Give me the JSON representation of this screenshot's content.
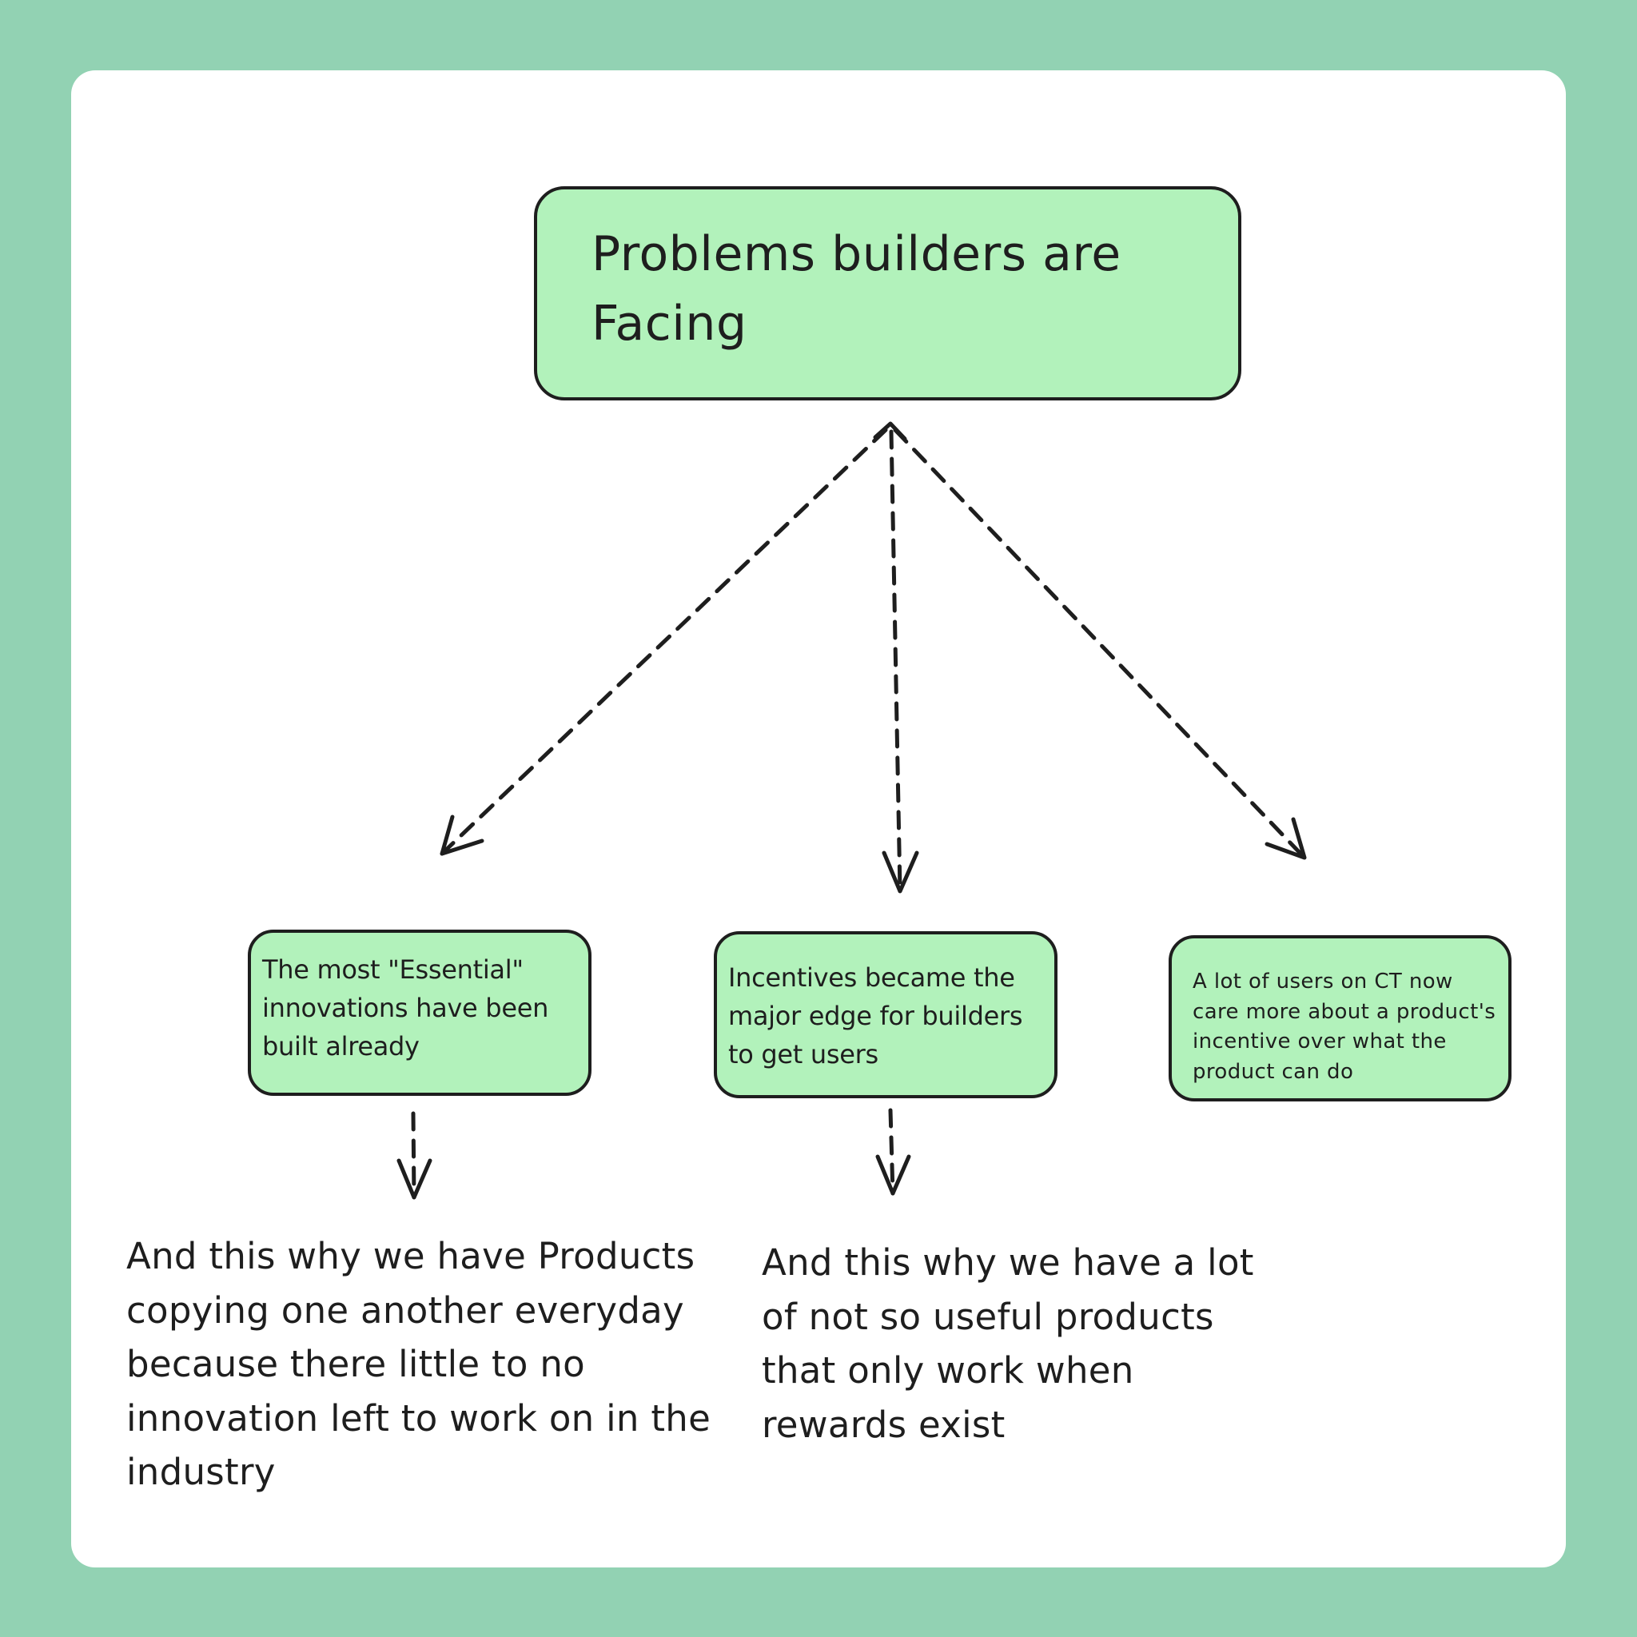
{
  "diagram": {
    "root": {
      "title": "Problems builders are Facing"
    },
    "problems": [
      {
        "text": "The most \"Essential\" innovations have been built already"
      },
      {
        "text": "Incentives became the major edge for builders to get users"
      },
      {
        "text": "A lot of users on CT now care more about a product's incentive over what the product can do"
      }
    ],
    "consequences": [
      {
        "text": "And this why we have Products copying one another everyday because there little to no innovation left to work on in the industry"
      },
      {
        "text": "And this why we have a lot of not so useful products that only work when rewards exist"
      }
    ],
    "colors": {
      "background": "#92d2b3",
      "canvas": "#ffffff",
      "node_fill": "#b2f2bb",
      "stroke": "#1e1e1e"
    }
  }
}
